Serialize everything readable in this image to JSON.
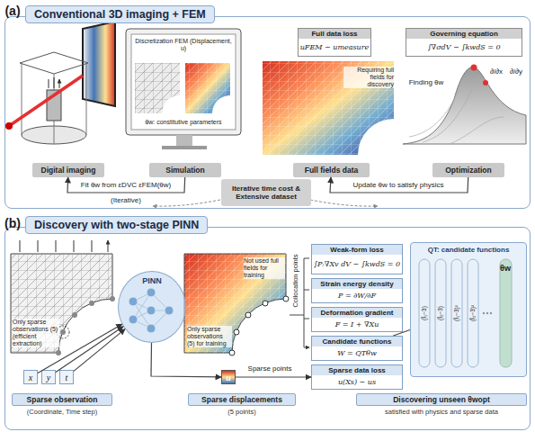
{
  "diagram": {
    "nodes": [
      {
        "text": [
          "Conventional 3D imaging + FEM"
        ]
      },
      {
        "text": [
          "Digital imaging"
        ],
        "in": 0
      },
      {
        "text": [
          "Simulation"
        ],
        "in": 0
      },
      {
        "text": [
          "Full fields data"
        ],
        "in": 0
      },
      {
        "text": [
          "Optimization"
        ],
        "in": 0
      },
      {
        "text": [
          "Full data loss",
          "uFEM − umeasure"
        ],
        "in": 0
      },
      {
        "text": [
          "Governing equation",
          "∫∇σdV − ∫kwdS = 0"
        ],
        "in": 0
      },
      {
        "text": [
          "Iterative time cost & Extensive dataset"
        ],
        "in": 0
      },
      {
        "text": [
          "Discovery with two-stage PINN"
        ]
      },
      {
        "text": [
          "x"
        ],
        "in": 8
      },
      {
        "text": [
          "y"
        ],
        "in": 8
      },
      {
        "text": [
          "t"
        ],
        "in": 8
      },
      {
        "text": [
          "Sparse observation",
          "(Coordinate, Time step)"
        ],
        "in": 8
      },
      {
        "text": [
          "PINN"
        ],
        "in": 8
      },
      {
        "text": [
          "u"
        ],
        "in": 8
      },
      {
        "text": [
          "Sparse displacements",
          "(5 points)"
        ],
        "in": 8
      },
      {
        "text": [
          "Weak-form loss",
          "∫P:∇Xv dV − ∫kwdS = 0"
        ],
        "in": 8
      },
      {
        "text": [
          "Strain energy density",
          "P = ∂W/∂F"
        ],
        "in": 8
      },
      {
        "text": [
          "Deformation gradient",
          "F = I + ∇Xu"
        ],
        "in": 8
      },
      {
        "text": [
          "Candidate functions",
          "W = QTθw"
        ],
        "in": 8
      },
      {
        "text": [
          "Sparse data loss",
          "u(Xs) − us"
        ],
        "in": 8
      },
      {
        "text": [
          "QT: candidate functions"
        ],
        "in": 8
      },
      {
        "text": [
          "Discovering unseen θwopt",
          "satisfied with physics and sparse data"
        ],
        "in": 8
      }
    ],
    "edges": [
      {
        "from": 2,
        "to": 1,
        "arrow": "to",
        "label": "Fit θw from εDVC εFEM(θw)"
      },
      {
        "from": 4,
        "to": 3,
        "arrow": "to",
        "label": "Update θw to satisfy physics"
      },
      {
        "from": 9,
        "to": 13,
        "arrow": "to"
      },
      {
        "from": 10,
        "to": 13,
        "arrow": "to"
      },
      {
        "from": 11,
        "to": 13,
        "arrow": "to"
      },
      {
        "from": 13,
        "to": 14,
        "arrow": "to"
      },
      {
        "from": 14,
        "to": 20,
        "arrow": "to",
        "label": "Sparse points"
      },
      {
        "from": 19,
        "to": 21,
        "arrow": "none"
      }
    ],
    "labels": [
      "(a)",
      "(b)",
      "Discretization FEM (Displacement, u)",
      "θw: constitutive parameters",
      "Requiring full fields for discovery",
      "Finding θw",
      "∂/∂x",
      "∂/∂y",
      "(Iterative)",
      "Only sparse observations (5) (efficient extraction)",
      "Not used full fields for training",
      "Only sparse observations (5) for training",
      "Collocation points",
      "θw",
      "(Ī₁−3)",
      "(Ī₂−3)",
      "(Ī₁−3)²",
      "(Ī₂−3)²"
    ]
  }
}
